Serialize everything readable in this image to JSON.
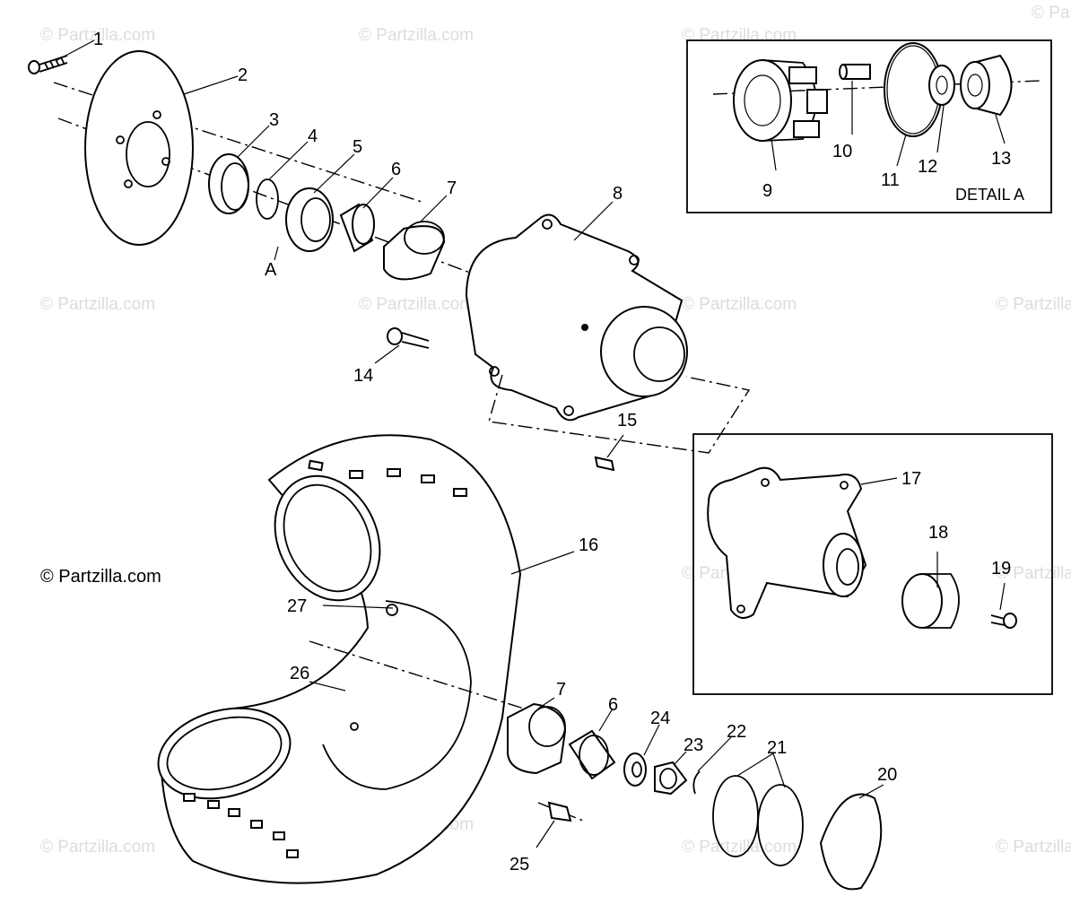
{
  "copyright": "© Partzilla.com",
  "watermark_text": "© Partzilla.com",
  "detail_label": "DETAIL A",
  "letter_label": "A",
  "callouts": {
    "c1": "1",
    "c2": "2",
    "c3": "3",
    "c4": "4",
    "c5": "5",
    "c6a": "6",
    "c6b": "6",
    "c7a": "7",
    "c7b": "7",
    "c8": "8",
    "c9": "9",
    "c10": "10",
    "c11": "11",
    "c12": "12",
    "c13": "13",
    "c14": "14",
    "c15": "15",
    "c16": "16",
    "c17": "17",
    "c18": "18",
    "c19": "19",
    "c20": "20",
    "c21": "21",
    "c22": "22",
    "c23": "23",
    "c24": "24",
    "c25": "25",
    "c26": "26",
    "c27": "27"
  },
  "colors": {
    "line": "#000000",
    "watermark": "#dcdcdc",
    "background": "#ffffff"
  }
}
